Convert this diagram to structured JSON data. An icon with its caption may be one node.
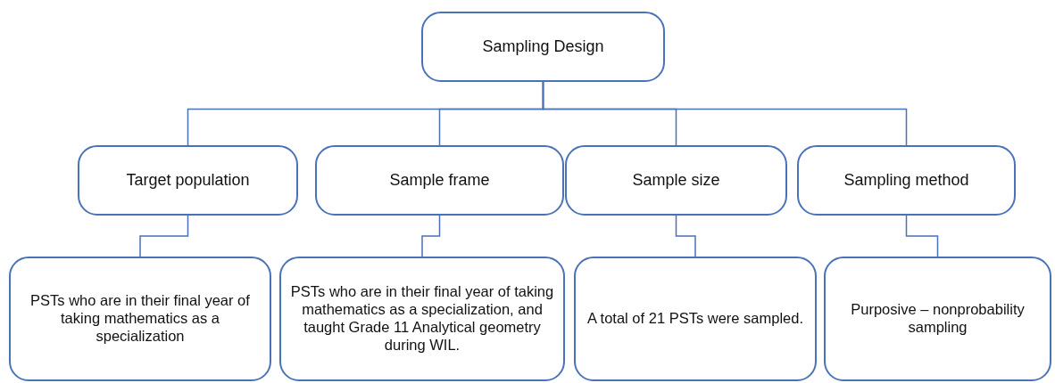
{
  "diagram": {
    "nodes": [
      {
        "text": [
          "Sampling Design"
        ]
      },
      {
        "text": [
          "Target population"
        ]
      },
      {
        "text": [
          "Sample frame"
        ]
      },
      {
        "text": [
          "Sample size"
        ]
      },
      {
        "text": [
          "Sampling method"
        ]
      },
      {
        "text": [
          "PSTs who are in their final year of taking mathematics as a specialization"
        ]
      },
      {
        "text": [
          "PSTs who are in their final year of taking mathematics as a specialization, and taught Grade 11 Analytical geometry during WIL."
        ]
      },
      {
        "text": [
          "A total of 21 PSTs were sampled."
        ]
      },
      {
        "text": [
          "Purposive – nonprobability sampling"
        ]
      }
    ],
    "edges": [
      {
        "from": 0,
        "to": 1,
        "arrow": "none"
      },
      {
        "from": 0,
        "to": 2,
        "arrow": "none"
      },
      {
        "from": 0,
        "to": 3,
        "arrow": "none"
      },
      {
        "from": 0,
        "to": 4,
        "arrow": "none"
      },
      {
        "from": 1,
        "to": 5,
        "arrow": "none"
      },
      {
        "from": 2,
        "to": 6,
        "arrow": "none"
      },
      {
        "from": 3,
        "to": 7,
        "arrow": "none"
      },
      {
        "from": 4,
        "to": 8,
        "arrow": "none"
      }
    ]
  }
}
